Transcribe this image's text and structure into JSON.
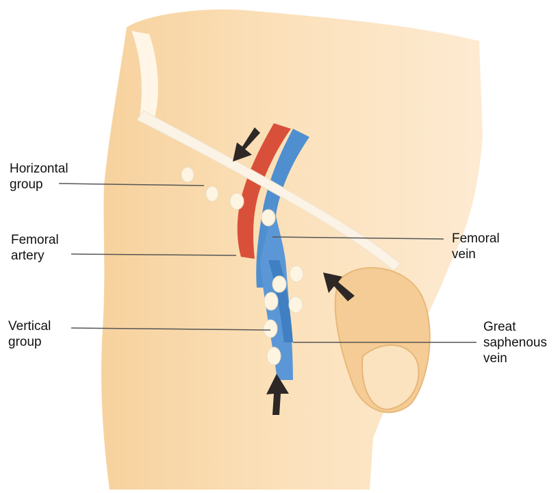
{
  "labels": {
    "horizontal_group": "Horizontal\ngroup",
    "femoral_artery": "Femoral\nartery",
    "vertical_group": "Vertical\ngroup",
    "femoral_vein": "Femoral\nvein",
    "great_saphenous_vein": "Great\nsaphenous\nvein"
  },
  "colors": {
    "skin": "#f7d6a6",
    "skin_shadow": "#f2c68a",
    "artery": "#d9503a",
    "vein": "#4f8fd0",
    "node": "#fdf4e2",
    "ligament": "#fbf3e6",
    "arrow": "#2d2726",
    "leader_line": "#555555"
  }
}
